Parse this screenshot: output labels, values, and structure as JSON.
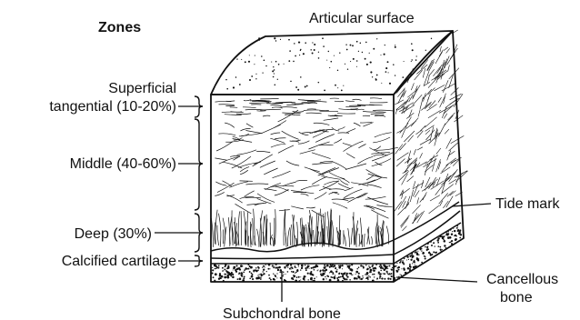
{
  "heading": "Zones",
  "labels": {
    "articular_surface": "Articular surface",
    "superficial_line1": "Superficial",
    "superficial_line2": "tangential (10-20%)",
    "middle": "Middle (40-60%)",
    "deep": "Deep (30%)",
    "calcified": "Calcified cartilage",
    "tide_mark": "Tide mark",
    "cancellous_line1": "Cancellous",
    "cancellous_line2": "bone",
    "subchondral": "Subchondral bone"
  },
  "colors": {
    "ink": "#111111",
    "background": "#ffffff"
  }
}
